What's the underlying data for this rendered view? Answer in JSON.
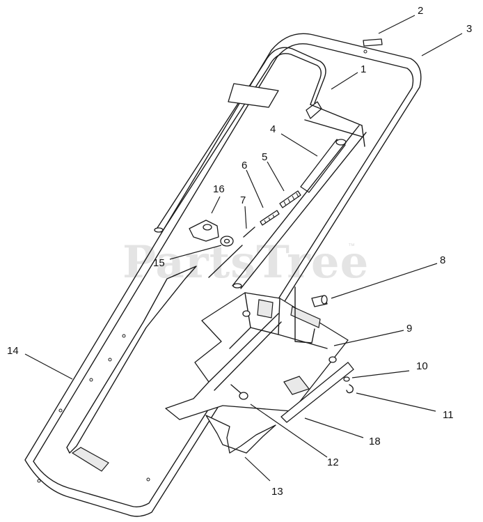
{
  "watermark": {
    "text": "PartsTree",
    "mark": "™"
  },
  "callouts": [
    {
      "id": "c1",
      "label": "1"
    },
    {
      "id": "c2",
      "label": "2"
    },
    {
      "id": "c3",
      "label": "3"
    },
    {
      "id": "c4",
      "label": "4"
    },
    {
      "id": "c5",
      "label": "5"
    },
    {
      "id": "c6",
      "label": "6"
    },
    {
      "id": "c7",
      "label": "7"
    },
    {
      "id": "c8",
      "label": "8"
    },
    {
      "id": "c9",
      "label": "9"
    },
    {
      "id": "c10",
      "label": "10"
    },
    {
      "id": "c11",
      "label": "11"
    },
    {
      "id": "c12",
      "label": "12"
    },
    {
      "id": "c13",
      "label": "13"
    },
    {
      "id": "c14",
      "label": "14"
    },
    {
      "id": "c15",
      "label": "15"
    },
    {
      "id": "c16",
      "label": "16"
    },
    {
      "id": "c18",
      "label": "18"
    }
  ]
}
